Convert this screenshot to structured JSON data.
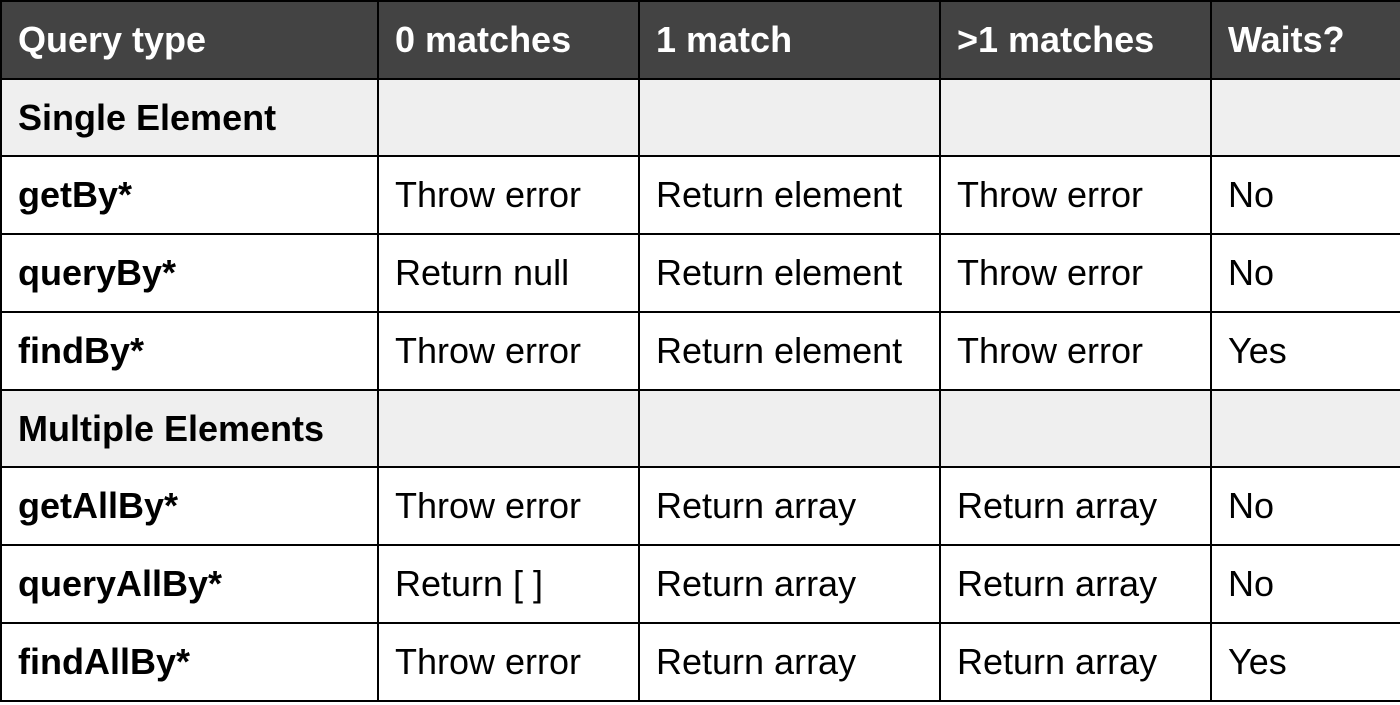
{
  "table": {
    "headers": [
      "Query type",
      "0 matches",
      "1 match",
      ">1 matches",
      "Waits?"
    ],
    "sections": [
      {
        "title": "Single Element",
        "rows": [
          {
            "method": "getBy*",
            "zero": "Throw error",
            "one": "Return element",
            "many": "Throw error",
            "waits": "No"
          },
          {
            "method": "queryBy*",
            "zero": "Return null",
            "one": "Return element",
            "many": "Throw error",
            "waits": "No"
          },
          {
            "method": "findBy*",
            "zero": "Throw error",
            "one": "Return element",
            "many": "Throw error",
            "waits": "Yes"
          }
        ]
      },
      {
        "title": "Multiple Elements",
        "rows": [
          {
            "method": "getAllBy*",
            "zero": "Throw error",
            "one": "Return array",
            "many": "Return array",
            "waits": "No"
          },
          {
            "method": "queryAllBy*",
            "zero": "Return [ ]",
            "one": "Return array",
            "many": "Return array",
            "waits": "No"
          },
          {
            "method": "findAllBy*",
            "zero": "Throw error",
            "one": "Return array",
            "many": "Return array",
            "waits": "Yes"
          }
        ]
      }
    ]
  },
  "colors": {
    "header_bg": "#434343",
    "header_text": "#ffffff",
    "section_bg": "#efefef",
    "border": "#000000"
  }
}
